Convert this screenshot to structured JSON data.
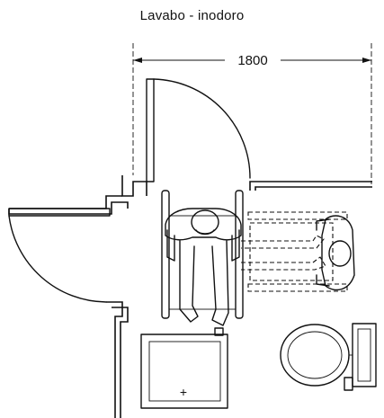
{
  "title": "Lavabo - inodoro",
  "dimension": {
    "width_label": "1800",
    "value": 1800
  },
  "symbols": {
    "drain": "+"
  }
}
